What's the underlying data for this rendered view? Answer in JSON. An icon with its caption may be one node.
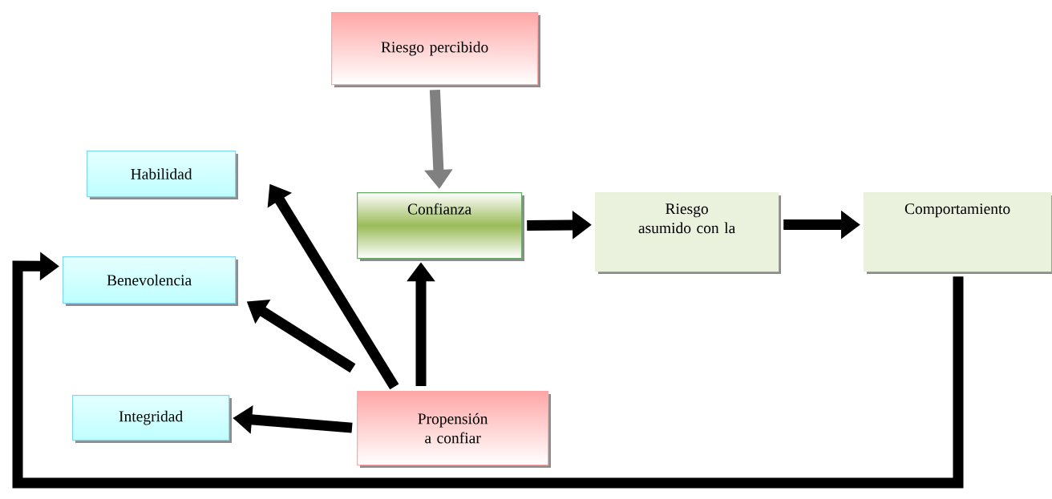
{
  "diagram": {
    "nodes": [
      {
        "text": [
          "Riesgo percibido"
        ]
      },
      {
        "text": [
          "Habilidad"
        ]
      },
      {
        "text": [
          "Benevolencia"
        ]
      },
      {
        "text": [
          "Confianza"
        ]
      },
      {
        "text": [
          "Riesgo asumido con la"
        ]
      },
      {
        "text": [
          "Comportamiento"
        ]
      },
      {
        "text": [
          "Integridad"
        ]
      },
      {
        "text": [
          "Propensión a confiar"
        ]
      }
    ],
    "edges": [
      {
        "from": 0,
        "to": 3,
        "arrow": "to",
        "color": "#808080"
      },
      {
        "from": 7,
        "to": 1,
        "arrow": "to"
      },
      {
        "from": 7,
        "to": 2,
        "arrow": "to"
      },
      {
        "from": 7,
        "to": 3,
        "arrow": "to"
      },
      {
        "from": 3,
        "to": 4,
        "arrow": "to"
      },
      {
        "from": 4,
        "to": 5,
        "arrow": "to"
      },
      {
        "from": 7,
        "to": 6,
        "arrow": "to"
      },
      {
        "from": 5,
        "to": 2,
        "arrow": "to"
      }
    ]
  }
}
